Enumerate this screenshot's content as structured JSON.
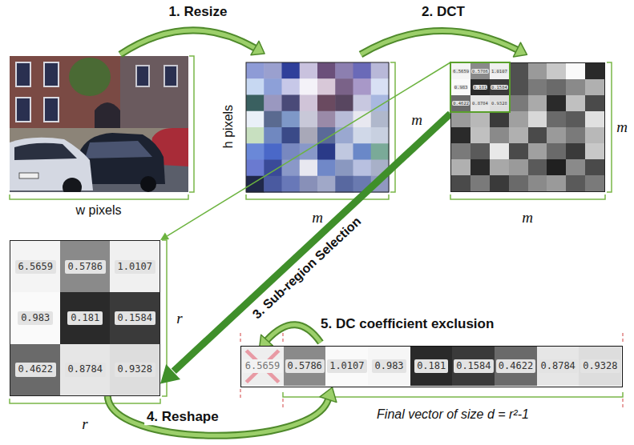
{
  "diagram": {
    "nodes": [
      {
        "text": [
          "6.5659",
          "0.5786",
          "1.0107",
          "0.983",
          "0.181",
          "0.1584",
          "0.4622",
          "0.8784",
          "0.9328"
        ]
      },
      {
        "text": [
          "6.5659",
          "0.5786",
          "1.0107",
          "0.983",
          "0.181",
          "0.1584",
          "0.4622",
          "0.8784",
          "0.9328"
        ]
      },
      {
        "text": [
          "6.5659",
          "0.5786",
          "1.0107",
          "0.983",
          "0.181",
          "0.1584",
          "0.4622",
          "0.8784",
          "0.9328"
        ]
      }
    ],
    "edges": [
      {
        "from": 0,
        "to": 1,
        "arrow": "to",
        "label": "3. Sub-region Selection"
      },
      {
        "from": 1,
        "to": 2,
        "arrow": "to",
        "label": "4. Reshape"
      }
    ],
    "labels": [
      "1. Resize",
      "2. DCT",
      "h pixels",
      "w pixels",
      "m",
      "m",
      "m",
      "m",
      "r",
      "r",
      "5. DC coefficient exclusion",
      "Final vector of size d = r²-1"
    ]
  }
}
